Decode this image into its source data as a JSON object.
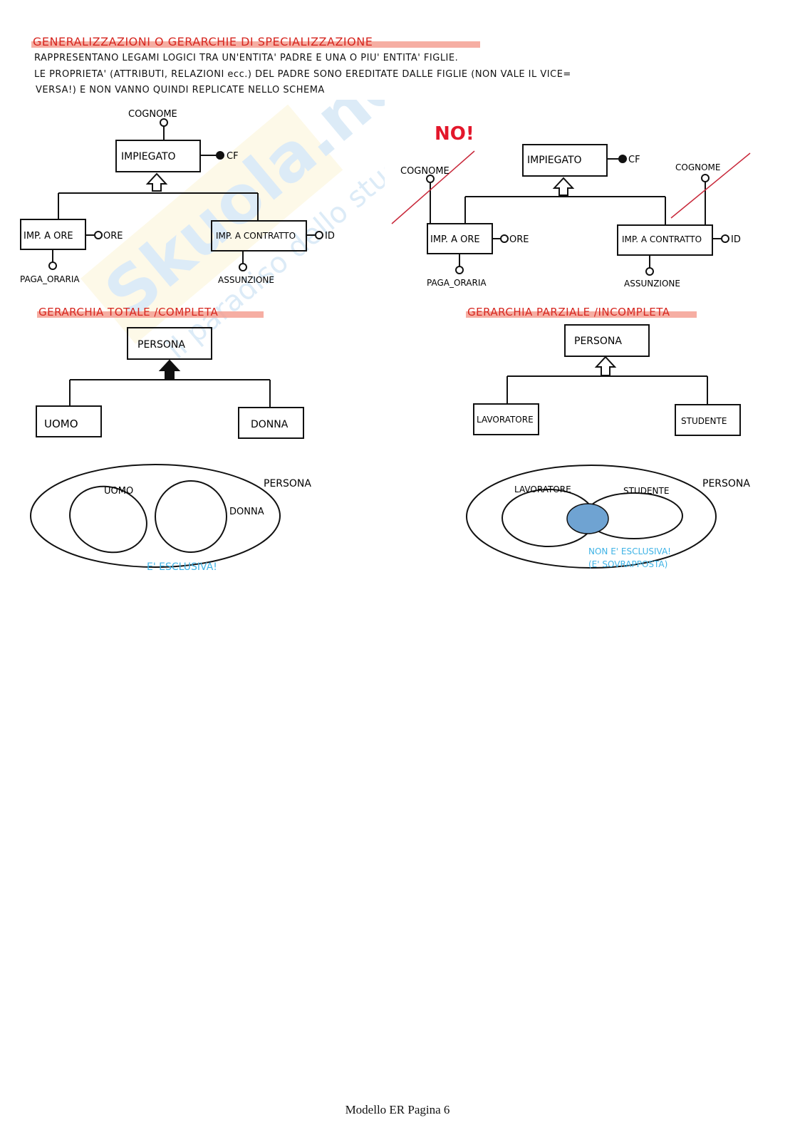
{
  "header": {
    "title": "GENERALIZZAZIONI O GERARCHIE DI SPECIALIZZAZIONE",
    "lines": [
      "RAPPRESENTANO LEGAMI LOGICI TRA UN'ENTITA' PADRE E UNA O PIU' ENTITA' FIGLIE.",
      "LE PROPRIETA' (ATTRIBUTI, RELAZIONI ecc.) DEL PADRE SONO EREDITATE DALLE FIGLIE (NON VALE IL VICE=",
      "VERSA!) E NON VANNO QUINDI REPLICATE NELLO SCHEMA"
    ]
  },
  "watermark": {
    "brand": "Skuola.net",
    "tagline": "il paradiso dello studente",
    "color_blue": "#9cc7ea",
    "color_yellow": "#fbeec0"
  },
  "diagram_correct": {
    "parent": "IMPIEGATO",
    "parent_attrs": {
      "top": "COGNOME",
      "id": "CF"
    },
    "children": [
      {
        "name": "IMP. A ORE",
        "attr_right": "ORE",
        "attr_bottom": "PAGA_ORARIA"
      },
      {
        "name": "IMP. A CONTRATTO",
        "attr_right": "ID",
        "attr_bottom": "ASSUNZIONE"
      }
    ]
  },
  "diagram_wrong": {
    "label": "NO!",
    "label_color": "#e3172b",
    "parent": "IMPIEGATO",
    "parent_attrs": {
      "id": "CF"
    },
    "children": [
      {
        "name": "IMP. A ORE",
        "attr_right": "ORE",
        "attr_bottom": "PAGA_ORARIA",
        "attr_top_crossed": "COGNOME"
      },
      {
        "name": "IMP. A CONTRATTO",
        "attr_right": "ID",
        "attr_bottom": "ASSUNZIONE",
        "attr_top_crossed": "COGNOME"
      }
    ]
  },
  "total": {
    "title": "GERARCHIA TOTALE /COMPLETA",
    "parent": "PERSONA",
    "children": [
      "UOMO",
      "DONNA"
    ],
    "venn": {
      "outer": "PERSONA",
      "left": "UOMO",
      "right": "DONNA",
      "note": "E' ESCLUSIVA!"
    }
  },
  "partial": {
    "title": "GERARCHIA PARZIALE /INCOMPLETA",
    "parent": "PERSONA",
    "children": [
      "LAVORATORE",
      "STUDENTE"
    ],
    "venn": {
      "outer": "PERSONA",
      "left": "LAVORATORE",
      "right": "STUDENTE",
      "note1": "NON E' ESCLUSIVA!",
      "note2": "(E' SOVRAPPOSTA)",
      "overlap_color": "#6fa3d2"
    }
  },
  "note_color": "#3fb3e6",
  "footer": {
    "text": "Modello ER Pagina 6"
  }
}
